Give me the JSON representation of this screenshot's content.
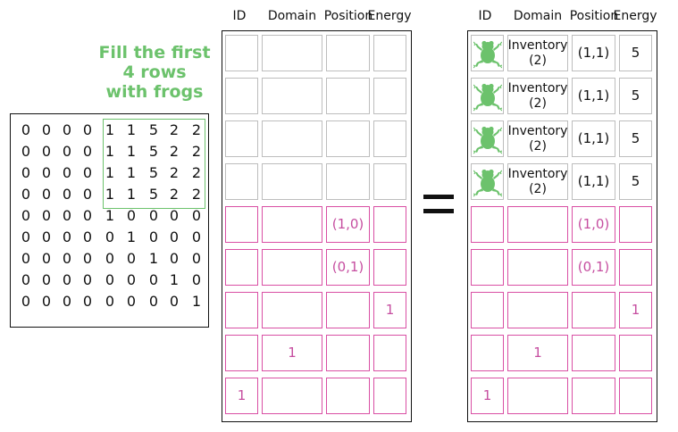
{
  "annotation": {
    "lines": [
      "Fill the first",
      "4 rows",
      "with frogs"
    ],
    "color": "#6cc26c"
  },
  "matrix": {
    "rows": [
      [
        "0",
        "0",
        "0",
        "0",
        "1",
        "1",
        "5",
        "2",
        "2"
      ],
      [
        "0",
        "0",
        "0",
        "0",
        "1",
        "1",
        "5",
        "2",
        "2"
      ],
      [
        "0",
        "0",
        "0",
        "0",
        "1",
        "1",
        "5",
        "2",
        "2"
      ],
      [
        "0",
        "0",
        "0",
        "0",
        "1",
        "1",
        "5",
        "2",
        "2"
      ],
      [
        "0",
        "0",
        "0",
        "0",
        "1",
        "0",
        "0",
        "0",
        "0"
      ],
      [
        "0",
        "0",
        "0",
        "0",
        "0",
        "1",
        "0",
        "0",
        "0"
      ],
      [
        "0",
        "0",
        "0",
        "0",
        "0",
        "0",
        "1",
        "0",
        "0"
      ],
      [
        "0",
        "0",
        "0",
        "0",
        "0",
        "0",
        "0",
        "1",
        "0"
      ],
      [
        "0",
        "0",
        "0",
        "0",
        "0",
        "0",
        "0",
        "0",
        "1"
      ]
    ],
    "highlight_rows": 4,
    "highlight_col_start": 4
  },
  "equals_sign": "=",
  "tables": [
    {
      "id": "before",
      "headers": [
        "ID",
        "Domain",
        "Position",
        "Energy"
      ],
      "rows": [
        {
          "kind": "grey",
          "cells": [
            "",
            "",
            "",
            ""
          ]
        },
        {
          "kind": "grey",
          "cells": [
            "",
            "",
            "",
            ""
          ]
        },
        {
          "kind": "grey",
          "cells": [
            "",
            "",
            "",
            ""
          ]
        },
        {
          "kind": "grey",
          "cells": [
            "",
            "",
            "",
            ""
          ]
        },
        {
          "kind": "pink",
          "cells": [
            "",
            "",
            "(1,0)",
            ""
          ]
        },
        {
          "kind": "pink",
          "cells": [
            "",
            "",
            "(0,1)",
            ""
          ]
        },
        {
          "kind": "pink",
          "cells": [
            "",
            "",
            "",
            "1"
          ]
        },
        {
          "kind": "pink",
          "cells": [
            "",
            "1",
            "",
            ""
          ]
        },
        {
          "kind": "pink",
          "cells": [
            "1",
            "",
            "",
            ""
          ]
        }
      ]
    },
    {
      "id": "after",
      "headers": [
        "ID",
        "Domain",
        "Position",
        "Energy"
      ],
      "rows": [
        {
          "kind": "grey",
          "frog": true,
          "cells": [
            "",
            "Inventory\n(2)",
            "(1,1)",
            "5"
          ]
        },
        {
          "kind": "grey",
          "frog": true,
          "cells": [
            "",
            "Inventory\n(2)",
            "(1,1)",
            "5"
          ]
        },
        {
          "kind": "grey",
          "frog": true,
          "cells": [
            "",
            "Inventory\n(2)",
            "(1,1)",
            "5"
          ]
        },
        {
          "kind": "grey",
          "frog": true,
          "cells": [
            "",
            "Inventory\n(2)",
            "(1,1)",
            "5"
          ]
        },
        {
          "kind": "pink",
          "cells": [
            "",
            "",
            "(1,0)",
            ""
          ]
        },
        {
          "kind": "pink",
          "cells": [
            "",
            "",
            "(0,1)",
            ""
          ]
        },
        {
          "kind": "pink",
          "cells": [
            "",
            "",
            "",
            "1"
          ]
        },
        {
          "kind": "pink",
          "cells": [
            "",
            "1",
            "",
            ""
          ]
        },
        {
          "kind": "pink",
          "cells": [
            "1",
            "",
            "",
            ""
          ]
        }
      ]
    }
  ],
  "colors": {
    "frog": "#6cc26c",
    "pink": "#d94fa4",
    "grey_border": "#bdbdbd",
    "ink": "#111111"
  }
}
